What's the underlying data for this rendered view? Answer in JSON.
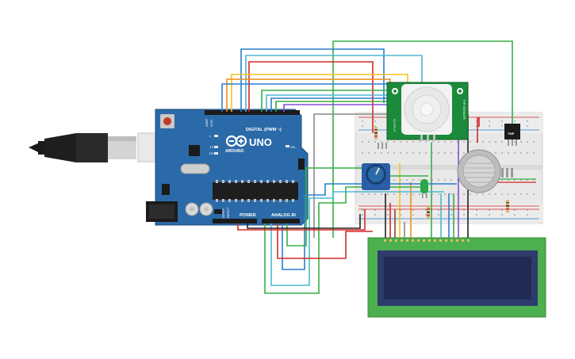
{
  "arduino": {
    "logo_text": "ARDUINO",
    "model": "UNO",
    "digital_label": "DIGITAL (PWM ~)",
    "power_label": "POWER",
    "analog_label": "ANALOG IN",
    "on_label": "ON",
    "tx_label": "TX",
    "rx_label": "RX",
    "l_label": "L",
    "aref_label": "AREF",
    "gnd_label": "GND",
    "ioref_label": "IOREF",
    "reset_label": "RESET"
  },
  "pir": {
    "label_left": "OUTPUT",
    "label_right": "PIR SENSOR"
  },
  "temp_sensor": {
    "label": "TMP"
  },
  "colors": {
    "board_blue": "#2b6aa8",
    "breadboard": "#e8e8e8",
    "pir_green": "#1b8a3a",
    "lcd_green": "#4caf50",
    "lcd_screen": "#1f2a55",
    "wire_red": "#d62828",
    "wire_green": "#35b043",
    "wire_blue": "#2a7fd0",
    "wire_cyan": "#4db8d1",
    "wire_orange": "#f08c1a",
    "wire_yellow": "#f3c21b",
    "wire_purple": "#8a4fd1",
    "wire_gray": "#8a8a8a",
    "wire_black": "#222222",
    "wire_brown": "#8b4a2b"
  },
  "icons": [
    "usb-cable-icon",
    "potentiometer-icon",
    "led-icon",
    "resistor-icon",
    "gas-sensor-icon",
    "rgb-led-icon"
  ]
}
